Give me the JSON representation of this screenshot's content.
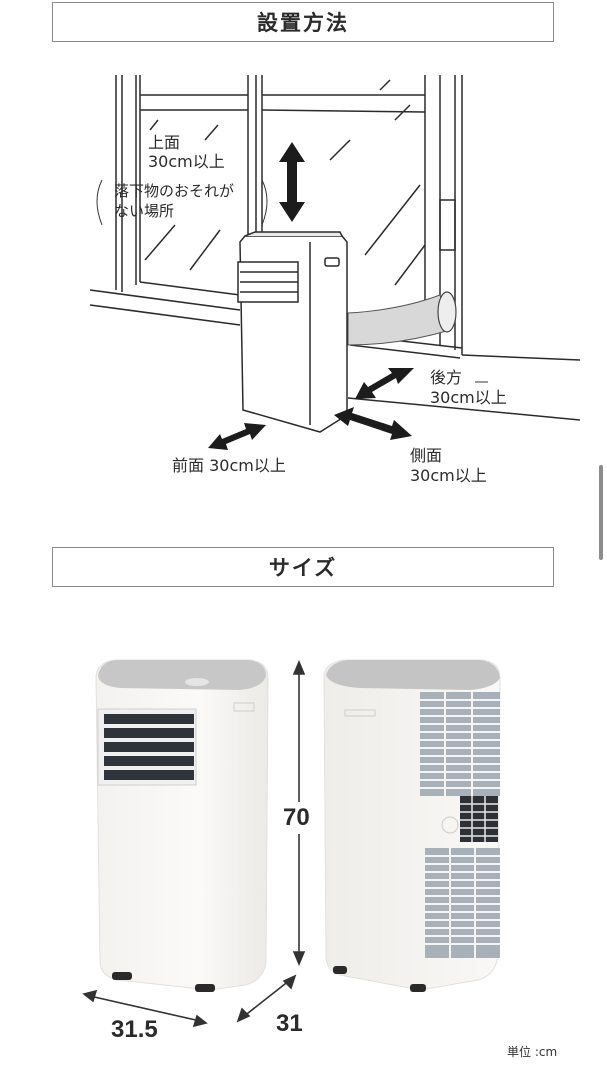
{
  "sections": {
    "installation": {
      "title": "設置方法",
      "labels": {
        "top_title": "上面",
        "top_value": "30cm以上",
        "top_note_line1": "落下物のおそれが",
        "top_note_line2": "ない場所",
        "back_title": "後方",
        "back_value": "30cm以上",
        "side_title": "側面",
        "side_value": "30cm以上",
        "front": "前面 30cm以上"
      }
    },
    "size": {
      "title": "サイズ",
      "dimensions": {
        "height": "70",
        "width": "31.5",
        "depth": "31"
      },
      "unit_label": "単位 :cm"
    }
  },
  "colors": {
    "border": "#8a8a8a",
    "text": "#2b2b2b",
    "unit_top": "#bdbdbd",
    "unit_body": "#f7f5f2",
    "grille": "#3a3f47",
    "scroll_thumb": "#8c8c8c"
  }
}
